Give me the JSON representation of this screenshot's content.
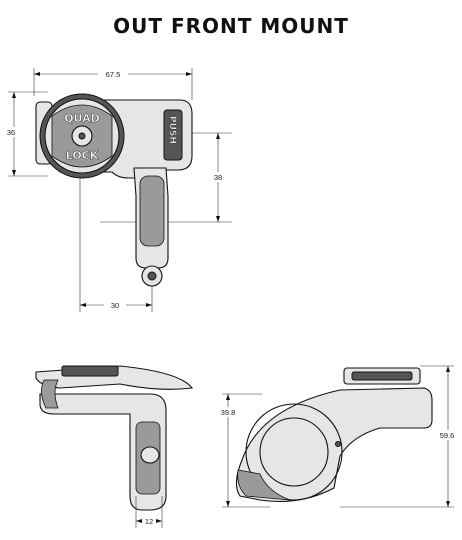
{
  "title": "OUT FRONT MOUNT",
  "dimensions": {
    "width": "67.5",
    "height": "36",
    "offset_vertical": "38",
    "offset_horizontal": "30",
    "side_width": "12",
    "clamp_height": "39.8",
    "total_height": "59.6"
  },
  "mount_logo": {
    "line1": "QUAD",
    "line2": "LOCK",
    "side_text": "PUSH"
  }
}
